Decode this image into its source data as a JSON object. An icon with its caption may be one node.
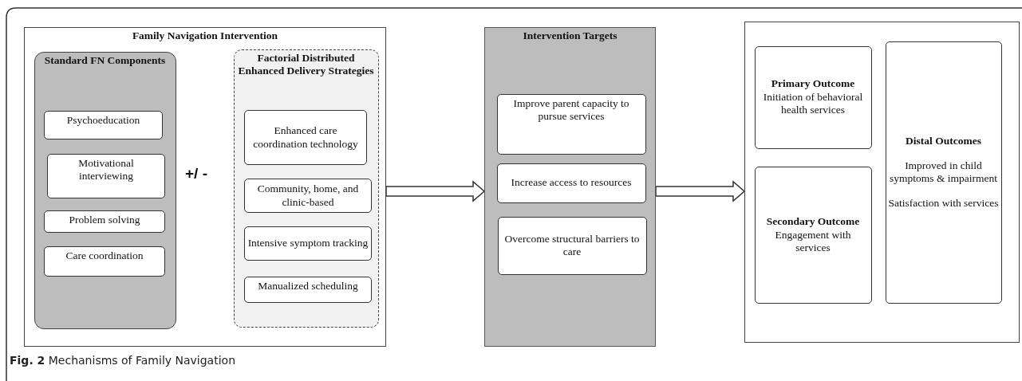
{
  "diagram": {
    "caption": "**Fig. 2** Mechanisms of Family Navigation",
    "nodes": [
      {
        "text": [
          "Family Navigation Intervention"
        ]
      },
      {
        "text": [
          "Standard FN Components"
        ],
        "in": 0
      },
      {
        "text": [
          "Psychoeducation"
        ],
        "in": 1
      },
      {
        "text": [
          "Motivational interviewing"
        ],
        "in": 1
      },
      {
        "text": [
          "Problem solving"
        ],
        "in": 1
      },
      {
        "text": [
          "Care coordination"
        ],
        "in": 1
      },
      {
        "text": [
          "Factorial Distributed Enhanced Delivery Strategies"
        ],
        "in": 0
      },
      {
        "text": [
          "Enhanced care coordination technology"
        ],
        "in": 6
      },
      {
        "text": [
          "Community, home, and clinic-based"
        ],
        "in": 6
      },
      {
        "text": [
          "Intensive symptom tracking"
        ],
        "in": 6
      },
      {
        "text": [
          "Manualized scheduling"
        ],
        "in": 6
      },
      {
        "text": [
          "Intervention Targets"
        ]
      },
      {
        "text": [
          "Improve parent capacity to pursue services"
        ],
        "in": 11
      },
      {
        "text": [
          "Increase access to resources"
        ],
        "in": 11
      },
      {
        "text": [
          "Overcome structural barriers to care"
        ],
        "in": 11
      },
      {
        "text": [],
        "shape": "box"
      },
      {
        "text": [
          "Primary Outcome",
          "Initiation of behavioral health services"
        ],
        "in": 15
      },
      {
        "text": [
          "Secondary Outcome",
          "Engagement with services"
        ],
        "in": 15
      },
      {
        "text": [
          "Distal Outcomes",
          "Improved in child symptoms & impairment",
          "Satisfaction with services"
        ],
        "in": 15
      }
    ],
    "edges": [
      {
        "from": 0,
        "to": 11,
        "arrow": "to"
      },
      {
        "from": 11,
        "to": 15,
        "arrow": "to"
      }
    ],
    "labels": [
      "+/ -"
    ]
  }
}
